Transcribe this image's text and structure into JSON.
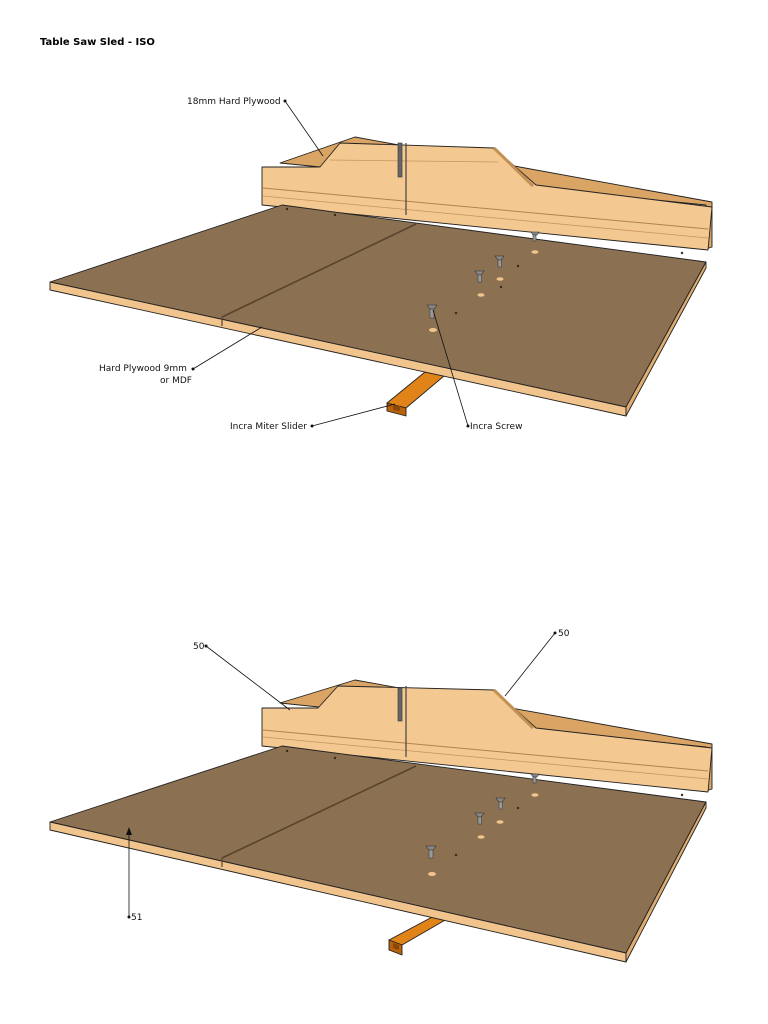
{
  "page": {
    "title": "Table Saw Sled - ISO"
  },
  "view_top": {
    "labels": {
      "fence_material": "18mm Hard Plywood",
      "base_material_line1": "Hard Plywood 9mm",
      "base_material_line2": "or MDF",
      "miter_slider": "Incra Miter Slider",
      "screw": "Incra Screw"
    }
  },
  "view_bottom": {
    "labels": {
      "fence_left_part": "50",
      "fence_right_part": "50",
      "base_part": "51"
    }
  },
  "colors": {
    "base_top": "#8b7052",
    "base_edge": "#f1c48d",
    "fence_face": "#f3c891",
    "fence_shade": "#e9b87b",
    "slider": "#e0841a",
    "slider_dark": "#b8620c",
    "outline": "#222222"
  }
}
